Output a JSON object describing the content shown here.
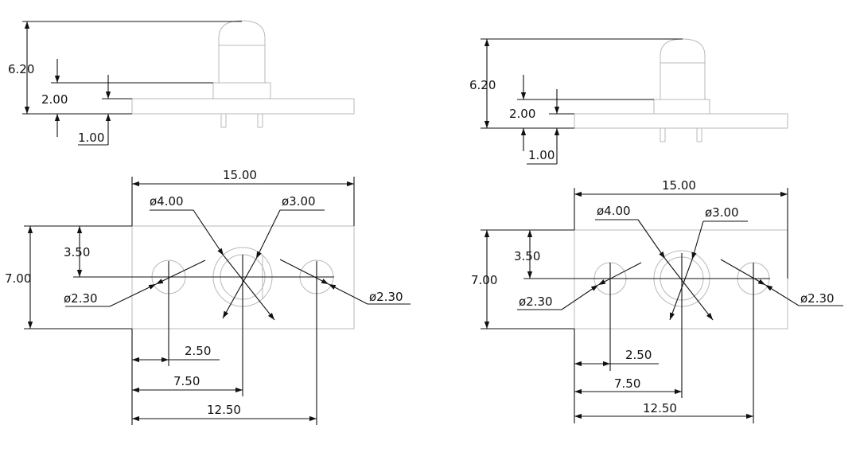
{
  "views": [
    {
      "id": "left",
      "labels": {
        "height": "6.20",
        "board_offset": "2.00",
        "thickness": "1.00",
        "width": "15.00",
        "hole_large": "ø4.00",
        "hole_small": "ø3.00",
        "depth": "7.00",
        "half_depth": "3.50",
        "pin_left": "ø2.30",
        "pin_right": "ø2.30",
        "x1": "2.50",
        "x2": "7.50",
        "x3": "12.50"
      }
    },
    {
      "id": "right",
      "labels": {
        "height": "6.20",
        "board_offset": "2.00",
        "thickness": "1.00",
        "width": "15.00",
        "hole_large": "ø4.00",
        "hole_small": "ø3.00",
        "depth": "7.00",
        "half_depth": "3.50",
        "pin_left": "ø2.30",
        "pin_right": "ø2.30",
        "x1": "2.50",
        "x2": "7.50",
        "x3": "12.50"
      }
    }
  ]
}
